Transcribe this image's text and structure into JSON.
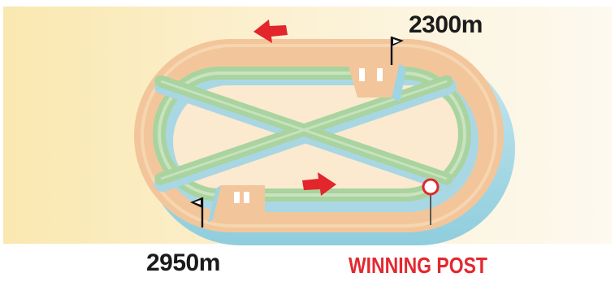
{
  "labels": {
    "distance_2300": "2300m",
    "distance_2950": "2950m",
    "winning_post": "WINNING POST"
  },
  "colors": {
    "outer_track": "#f2c69a",
    "inner_track": "#a9d39f",
    "track_shadow": "#9fd4e2",
    "arrow": "#e2262b",
    "winning_post_text": "#e3282f",
    "distance_text": "#1b1b1b"
  },
  "icons": {
    "arrow_top": "arrow-left-icon",
    "arrow_bottom": "arrow-right-icon",
    "flag_2300": "start-flag-icon",
    "flag_2950": "start-flag-icon",
    "winning_post_marker": "winning-post-icon"
  }
}
